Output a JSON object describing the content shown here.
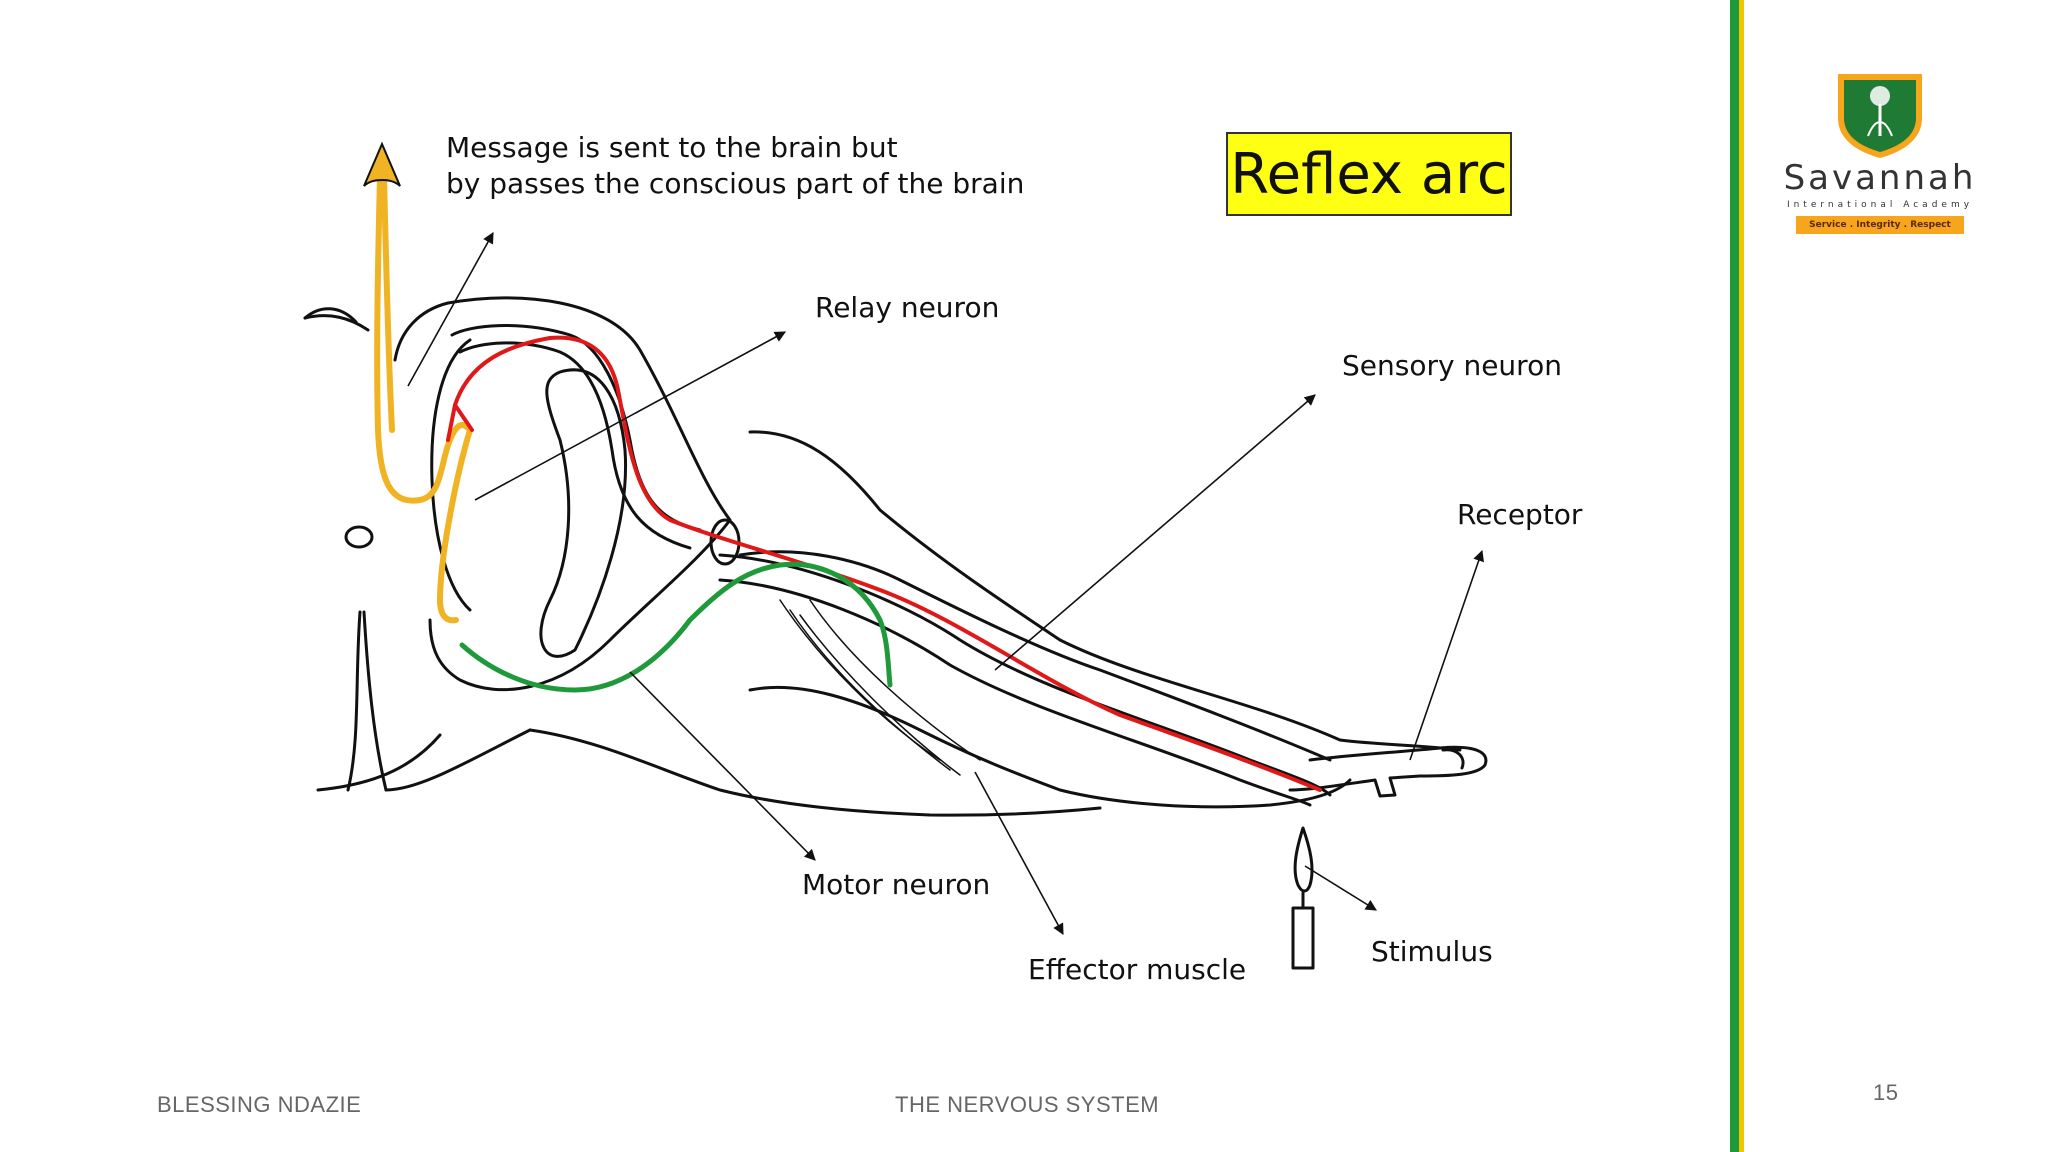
{
  "slide": {
    "title": "Reflex arc",
    "labels": {
      "brain_message_line1": "Message is sent to the brain but",
      "brain_message_line2": "by passes the conscious part of the brain",
      "relay_neuron": "Relay neuron",
      "sensory_neuron": "Sensory neuron",
      "receptor": "Receptor",
      "motor_neuron": "Motor neuron",
      "effector_muscle": "Effector muscle",
      "stimulus": "Stimulus"
    }
  },
  "footer": {
    "author": "BLESSING NDAZIE",
    "topic": "THE NERVOUS SYSTEM",
    "page_number": "15"
  },
  "logo": {
    "name": "Savannah",
    "subtitle": "International Academy",
    "motto": "Service . Integrity . Respect"
  },
  "colors": {
    "brain_pathway": "#f0b323",
    "sensory_pathway": "#e01818",
    "motor_pathway": "#1f9a3a",
    "title_bg": "#ffff14",
    "accent_green": "#1f9a3a",
    "accent_yellow": "#f2c500"
  }
}
